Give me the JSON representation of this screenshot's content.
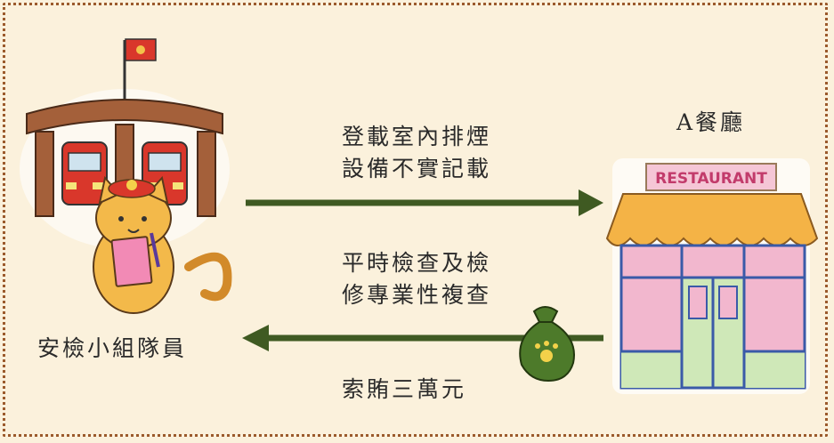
{
  "actors": {
    "inspector": {
      "label": "安檢小組隊員"
    },
    "restaurant": {
      "label": "A餐廳",
      "sign_text": "RESTAURANT"
    }
  },
  "flows": {
    "to_restaurant": {
      "line1": "登載室內排煙",
      "line2": "設備不實記載"
    },
    "inspection": {
      "line1": "平時檢查及檢",
      "line2": "修專業性複查"
    },
    "bribe": {
      "label": "索賄三萬元"
    }
  },
  "colors": {
    "arrow": "#3f5a22",
    "background": "#fbf1dc",
    "frame": "#9b5a2c"
  }
}
